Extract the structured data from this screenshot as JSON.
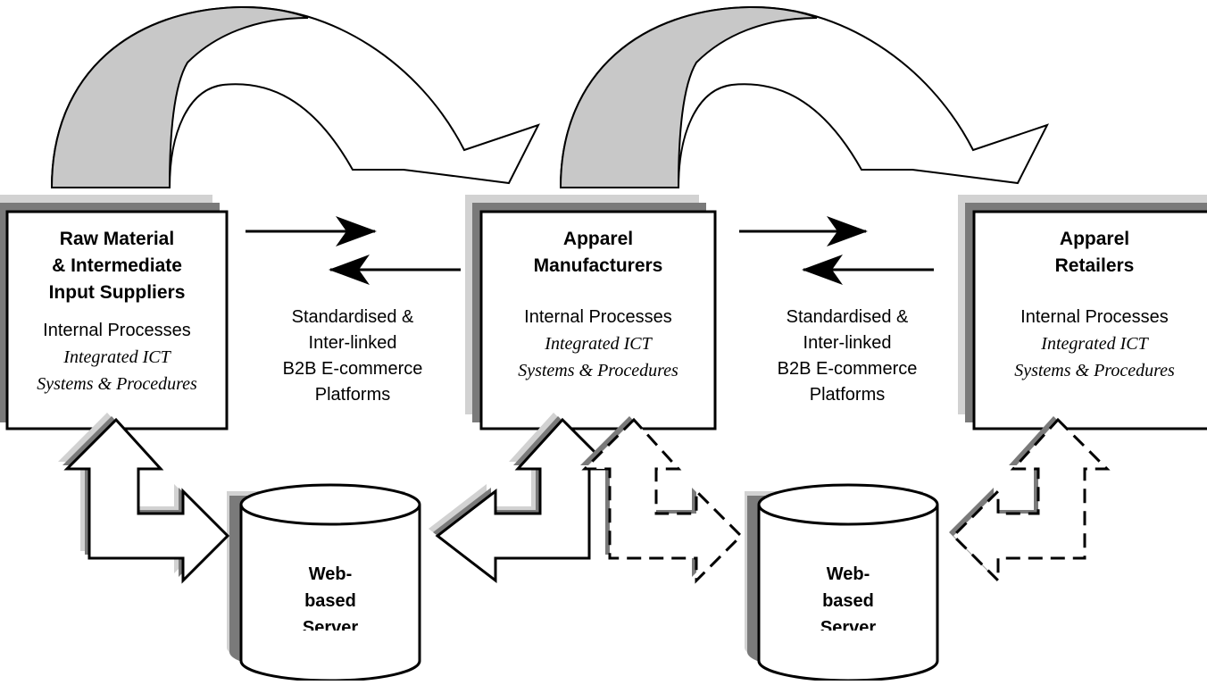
{
  "entities": [
    {
      "title_lines": [
        "Raw Material",
        "& Intermediate",
        "Input Suppliers"
      ],
      "process_label": "Internal Processes",
      "systems_lines": [
        "Integrated ICT",
        "Systems & Procedures"
      ]
    },
    {
      "title_lines": [
        "Apparel",
        "Manufacturers"
      ],
      "process_label": "Internal Processes",
      "systems_lines": [
        "Integrated ICT",
        "Systems & Procedures"
      ]
    },
    {
      "title_lines": [
        "Apparel",
        "Retailers"
      ],
      "process_label": "Internal Processes",
      "systems_lines": [
        "Integrated ICT",
        "Systems & Procedures"
      ]
    }
  ],
  "platforms": [
    {
      "lines": [
        "Standardised &",
        "Inter-linked",
        "B2B E-commerce",
        "Platforms"
      ]
    },
    {
      "lines": [
        "Standardised &",
        "Inter-linked",
        "B2B E-commerce",
        "Platforms"
      ]
    }
  ],
  "servers": [
    {
      "lines": [
        "Web-",
        "based",
        "Server"
      ]
    },
    {
      "lines": [
        "Web-",
        "based",
        "Server"
      ]
    }
  ],
  "colors": {
    "arc_fill": "#c8c8c8",
    "shadow_dark": "#7a7a7a",
    "shadow_light": "#d2d2d2",
    "ink": "#000000"
  }
}
